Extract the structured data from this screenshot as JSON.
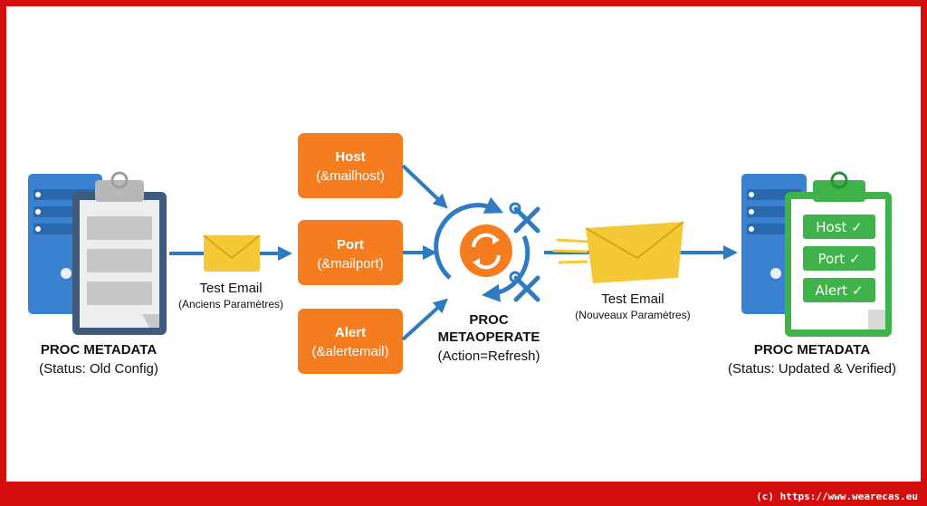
{
  "left_server": {
    "title": "PROC METADATA",
    "status": "(Status: Old Config)"
  },
  "left_email": {
    "label": "Test Email",
    "sublabel": "(Anciens Paramètres)"
  },
  "params": [
    {
      "name": "Host",
      "macro": "(&mailhost)"
    },
    {
      "name": "Port",
      "macro": "(&mailport)"
    },
    {
      "name": "Alert",
      "macro": "(&alertemail)"
    }
  ],
  "center": {
    "title_line1": "PROC",
    "title_line2": "METAOPERATE",
    "action": "(Action=Refresh)"
  },
  "right_email": {
    "label": "Test Email",
    "sublabel": "(Nouveaux Paramètres)"
  },
  "right_checklist": [
    "Host ✓",
    "Port ✓",
    "Alert ✓"
  ],
  "right_server": {
    "title": "PROC METADATA",
    "status": "(Status: Updated & Verified)"
  },
  "footer": {
    "copyright": "(c) https://www.wearecas.eu"
  },
  "colors": {
    "orange": "#f57c1f",
    "blue": "#2f7ac1",
    "server_blue": "#3a82cf",
    "green": "#3fb24a",
    "frame_red": "#d40d0d",
    "email_yellow": "#f5c838"
  }
}
